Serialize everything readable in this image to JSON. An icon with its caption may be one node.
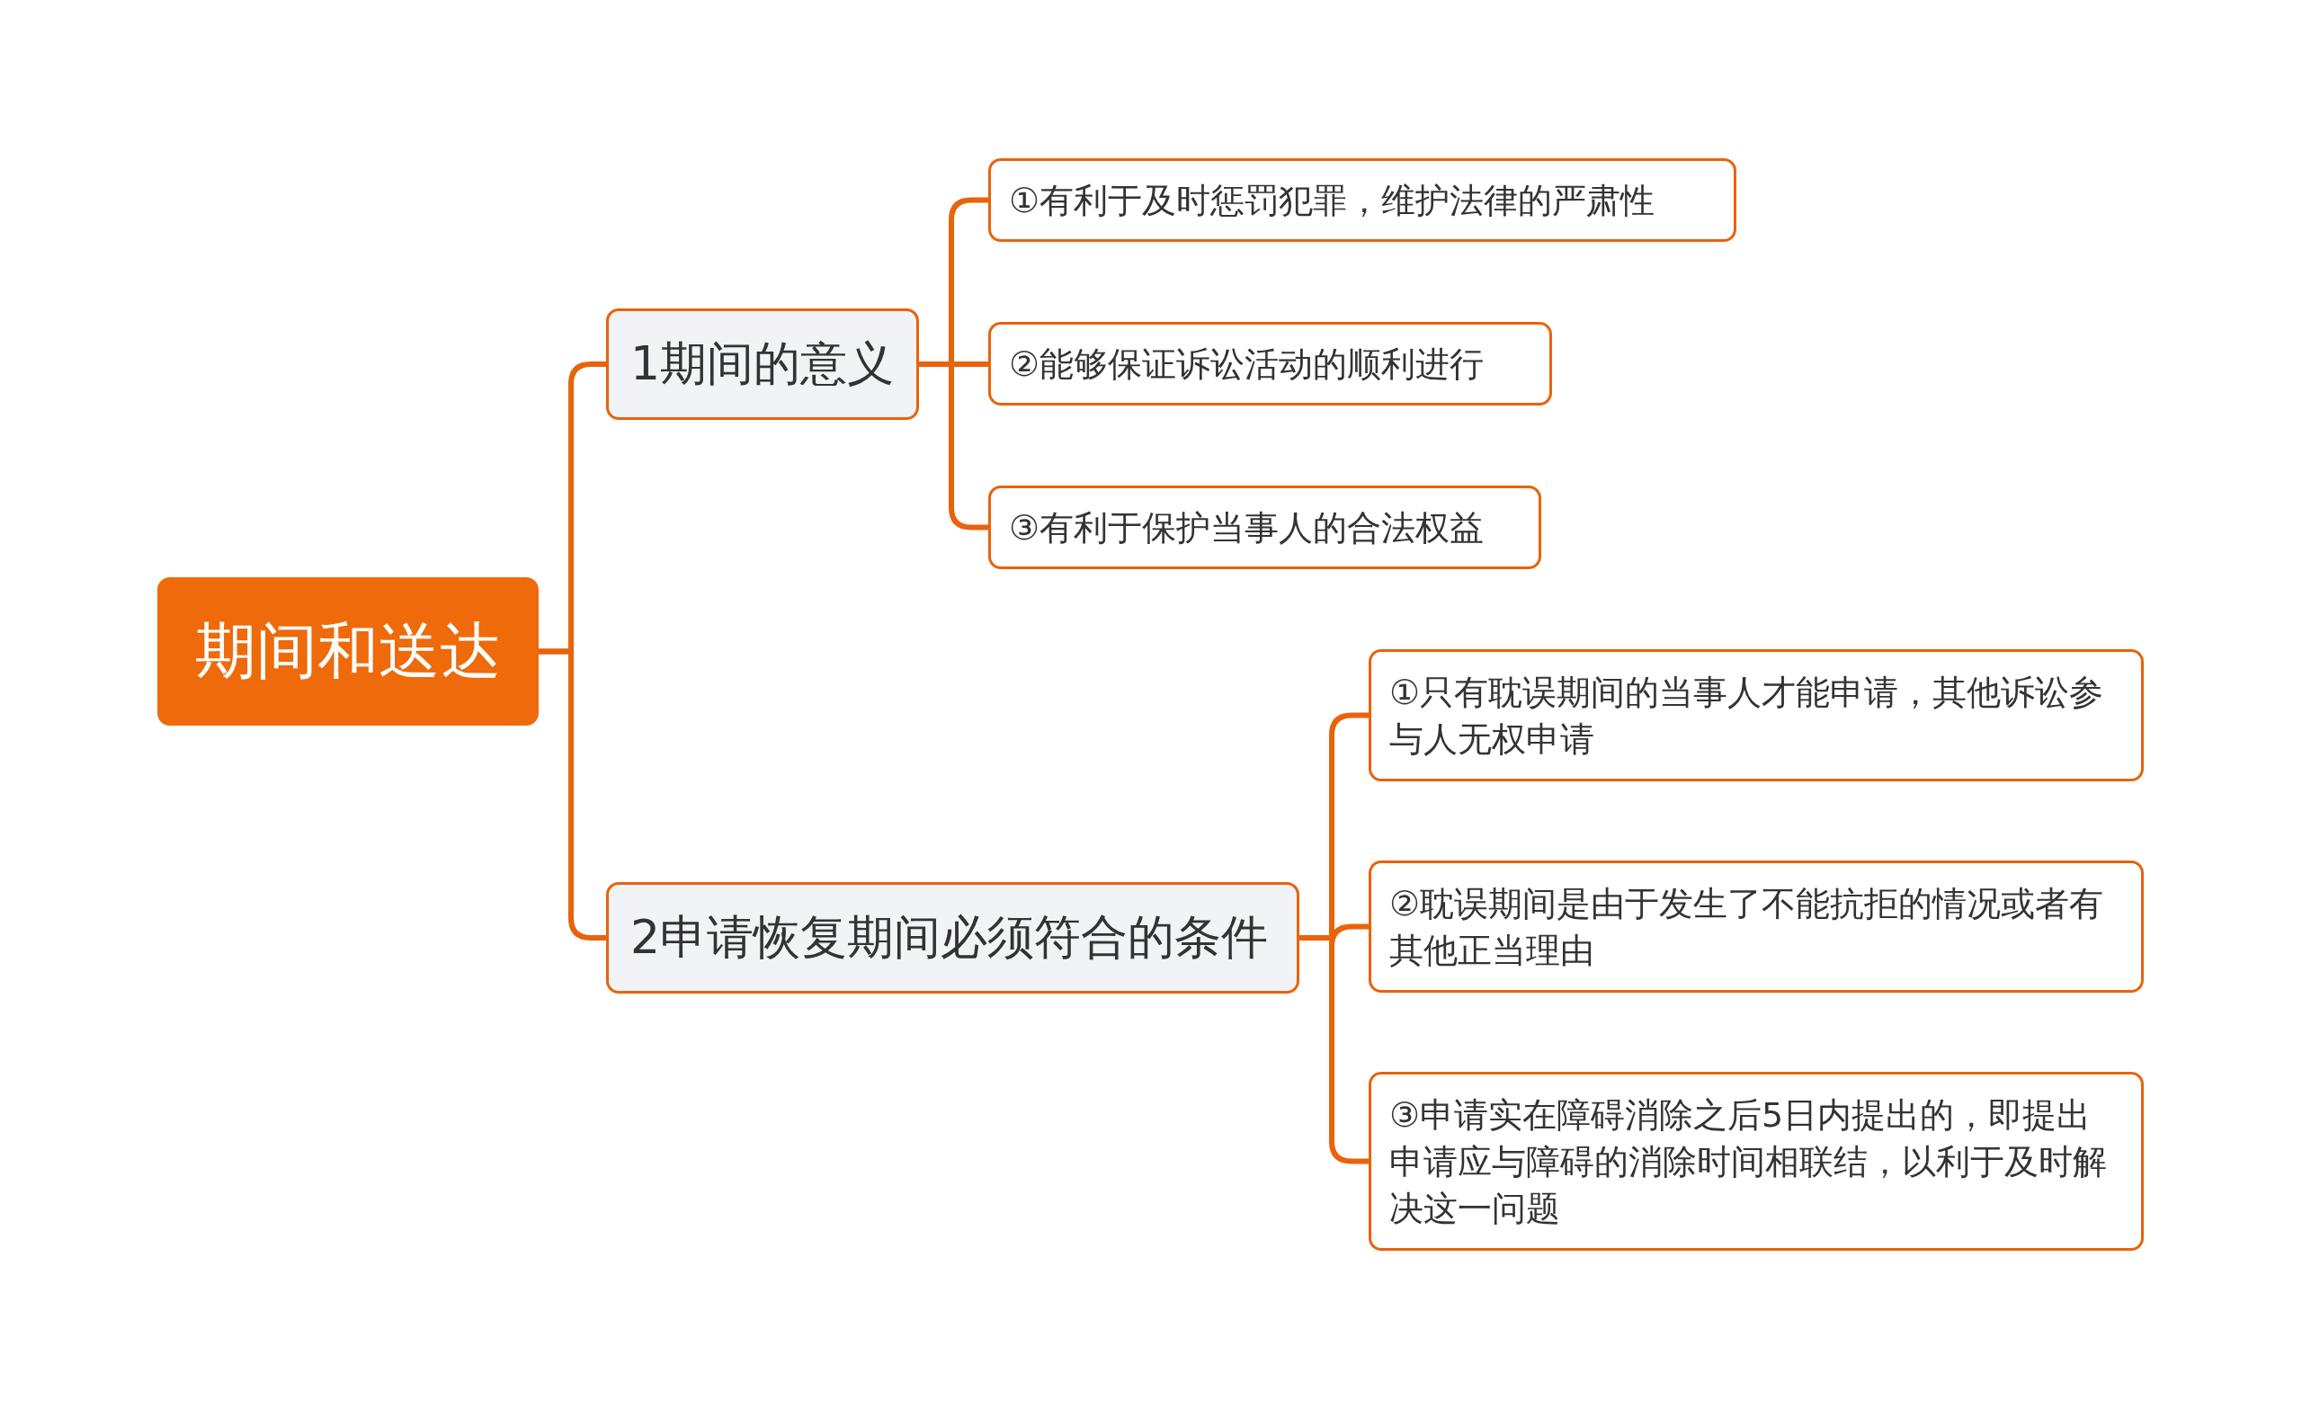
{
  "diagram": {
    "nodes": [
      {
        "text": [
          "期间和送达"
        ]
      },
      {
        "text": [
          "1期间的意义"
        ]
      },
      {
        "text": [
          "①有利于及时惩罚犯罪，维护法律的严肃性"
        ]
      },
      {
        "text": [
          "②能够保证诉讼活动的顺利进行"
        ]
      },
      {
        "text": [
          "③有利于保护当事人的合法权益"
        ]
      },
      {
        "text": [
          "2申请恢复期间必须符合的条件"
        ]
      },
      {
        "text": [
          "①只有耽误期间的当事人才能申请，其他诉讼参与人无权申请"
        ]
      },
      {
        "text": [
          "②耽误期间是由于发生了不能抗拒的情况或者有其他正当理由"
        ]
      },
      {
        "text": [
          "③申请实在障碍消除之后5日内提出的，即提出申请应与障碍的消除时间相联结，以利于及时解决这一问题"
        ]
      }
    ],
    "edges": [
      {
        "from": 0,
        "to": 1,
        "arrow": "none"
      },
      {
        "from": 0,
        "to": 5,
        "arrow": "none"
      },
      {
        "from": 1,
        "to": 2,
        "arrow": "none"
      },
      {
        "from": 1,
        "to": 3,
        "arrow": "none"
      },
      {
        "from": 1,
        "to": 4,
        "arrow": "none"
      },
      {
        "from": 5,
        "to": 6,
        "arrow": "none"
      },
      {
        "from": 5,
        "to": 7,
        "arrow": "none"
      },
      {
        "from": 5,
        "to": 8,
        "arrow": "none"
      }
    ]
  }
}
